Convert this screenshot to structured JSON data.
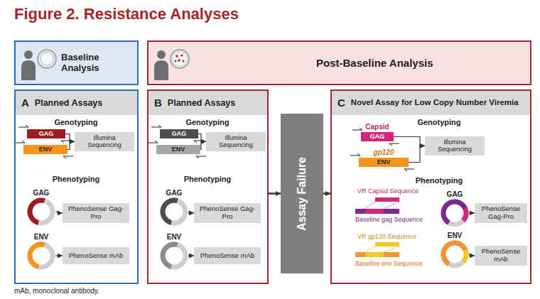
{
  "diagram": {
    "title": "Figure 2. Resistance Analyses",
    "caption": "mAb, monoclonal antibody.",
    "nodes": [
      {
        "text": [
          "Baseline Analysis"
        ]
      },
      {
        "text": [
          "Post-Baseline Analysis"
        ]
      },
      {
        "text": [
          "A",
          "Planned Assays"
        ]
      },
      {
        "text": [
          "GAG"
        ],
        "in": 2
      },
      {
        "text": [
          "ENV"
        ],
        "in": 2
      },
      {
        "text": [
          "Illumina Sequencing"
        ],
        "in": 2
      },
      {
        "text": [
          "GAG"
        ],
        "in": 2
      },
      {
        "text": [
          "PhenoSense Gag-Pro"
        ],
        "in": 2
      },
      {
        "text": [
          "ENV"
        ],
        "in": 2
      },
      {
        "text": [
          "PhenoSense mAb"
        ],
        "in": 2
      },
      {
        "text": [
          "B",
          "Planned Assays"
        ]
      },
      {
        "text": [
          "GAG"
        ],
        "in": 10
      },
      {
        "text": [
          "ENV"
        ],
        "in": 10
      },
      {
        "text": [
          "Illumina Sequencing"
        ],
        "in": 10
      },
      {
        "text": [
          "GAG"
        ],
        "in": 10
      },
      {
        "text": [
          "PhenoSense Gag-Pro"
        ],
        "in": 10
      },
      {
        "text": [
          "ENV"
        ],
        "in": 10
      },
      {
        "text": [
          "PhenoSense mAb"
        ],
        "in": 10
      },
      {
        "text": [
          "Assay Failure"
        ]
      },
      {
        "text": [
          "C",
          "Novel Assay for Low Copy Number Viremia"
        ]
      },
      {
        "text": [
          "Capsid",
          "GAG"
        ],
        "in": 19
      },
      {
        "text": [
          "gp120",
          "ENV"
        ],
        "in": 19
      },
      {
        "text": [
          "Illumina Sequencing"
        ],
        "in": 19
      },
      {
        "text": [
          "GAG"
        ],
        "in": 19
      },
      {
        "text": [
          "PhenoSense Gag-Pro"
        ],
        "in": 19
      },
      {
        "text": [
          "ENV"
        ],
        "in": 19
      },
      {
        "text": [
          "PhenoSense mAb"
        ],
        "in": 19
      }
    ],
    "edges": [
      {
        "from": 3,
        "to": 5,
        "arrow": "to"
      },
      {
        "from": 4,
        "to": 5,
        "arrow": "to"
      },
      {
        "from": 6,
        "to": 7,
        "arrow": "to"
      },
      {
        "from": 8,
        "to": 9,
        "arrow": "to"
      },
      {
        "from": 11,
        "to": 13,
        "arrow": "to"
      },
      {
        "from": 12,
        "to": 13,
        "arrow": "to"
      },
      {
        "from": 14,
        "to": 15,
        "arrow": "to"
      },
      {
        "from": 16,
        "to": 17,
        "arrow": "to"
      },
      {
        "from": 10,
        "to": 18,
        "arrow": "to"
      },
      {
        "from": 18,
        "to": 19,
        "arrow": "to"
      },
      {
        "from": 20,
        "to": 22,
        "arrow": "to"
      },
      {
        "from": 21,
        "to": 22,
        "arrow": "to"
      },
      {
        "from": 23,
        "to": 24,
        "arrow": "to"
      },
      {
        "from": 25,
        "to": 26,
        "arrow": "to"
      }
    ],
    "labels": [
      "Genotyping",
      "Phenotyping",
      "Genotyping",
      "Phenotyping",
      "Genotyping",
      "Phenotyping",
      "VR Capsid Sequence",
      "Baseline gag Sequence",
      "VR gp120 Sequence",
      "Baseline env Sequence"
    ]
  }
}
